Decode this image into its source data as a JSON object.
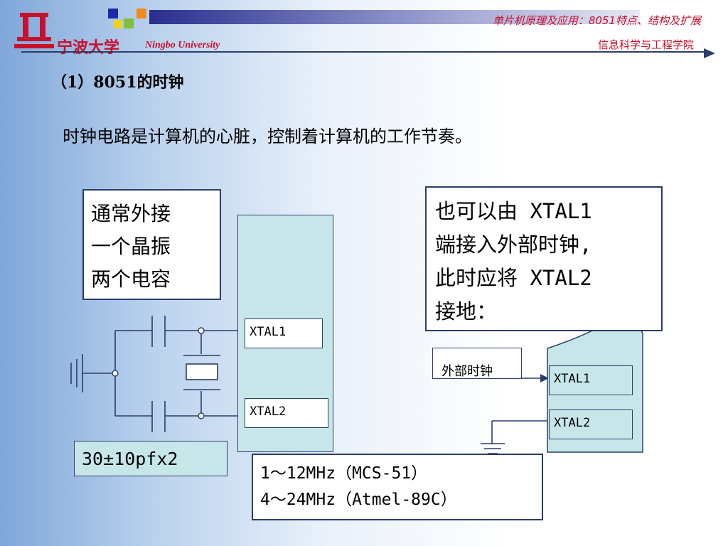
{
  "header": {
    "logo_cn": "宁波大学",
    "logo_en": "Ningbo University",
    "course_title": "单片机原理及应用：8051特点、结构及扩展",
    "college": "信息科学与工程学院"
  },
  "heading": "（1）8051的时钟",
  "intro": "时钟电路是计算机的心脏，控制着计算机的工作节奏。",
  "note_left": [
    "通常外接",
    "一个晶振",
    "两个电容"
  ],
  "note_right": [
    "也可以由 XTAL1",
    "端接入外部时钟,",
    "此时应将 XTAL2",
    "接地："
  ],
  "pins": {
    "xtal1": "XTAL1",
    "xtal2": "XTAL2"
  },
  "cap_label": "30±10pfx2",
  "freq_lines": [
    "1～12MHz（MCS-51）",
    "4～24MHz（Atmel-89C）"
  ],
  "external_clock": "外部时钟",
  "colors": {
    "accent_red": "#c8102e",
    "chip_fill": "#c6e6ea",
    "line": "#2b3d6b"
  }
}
